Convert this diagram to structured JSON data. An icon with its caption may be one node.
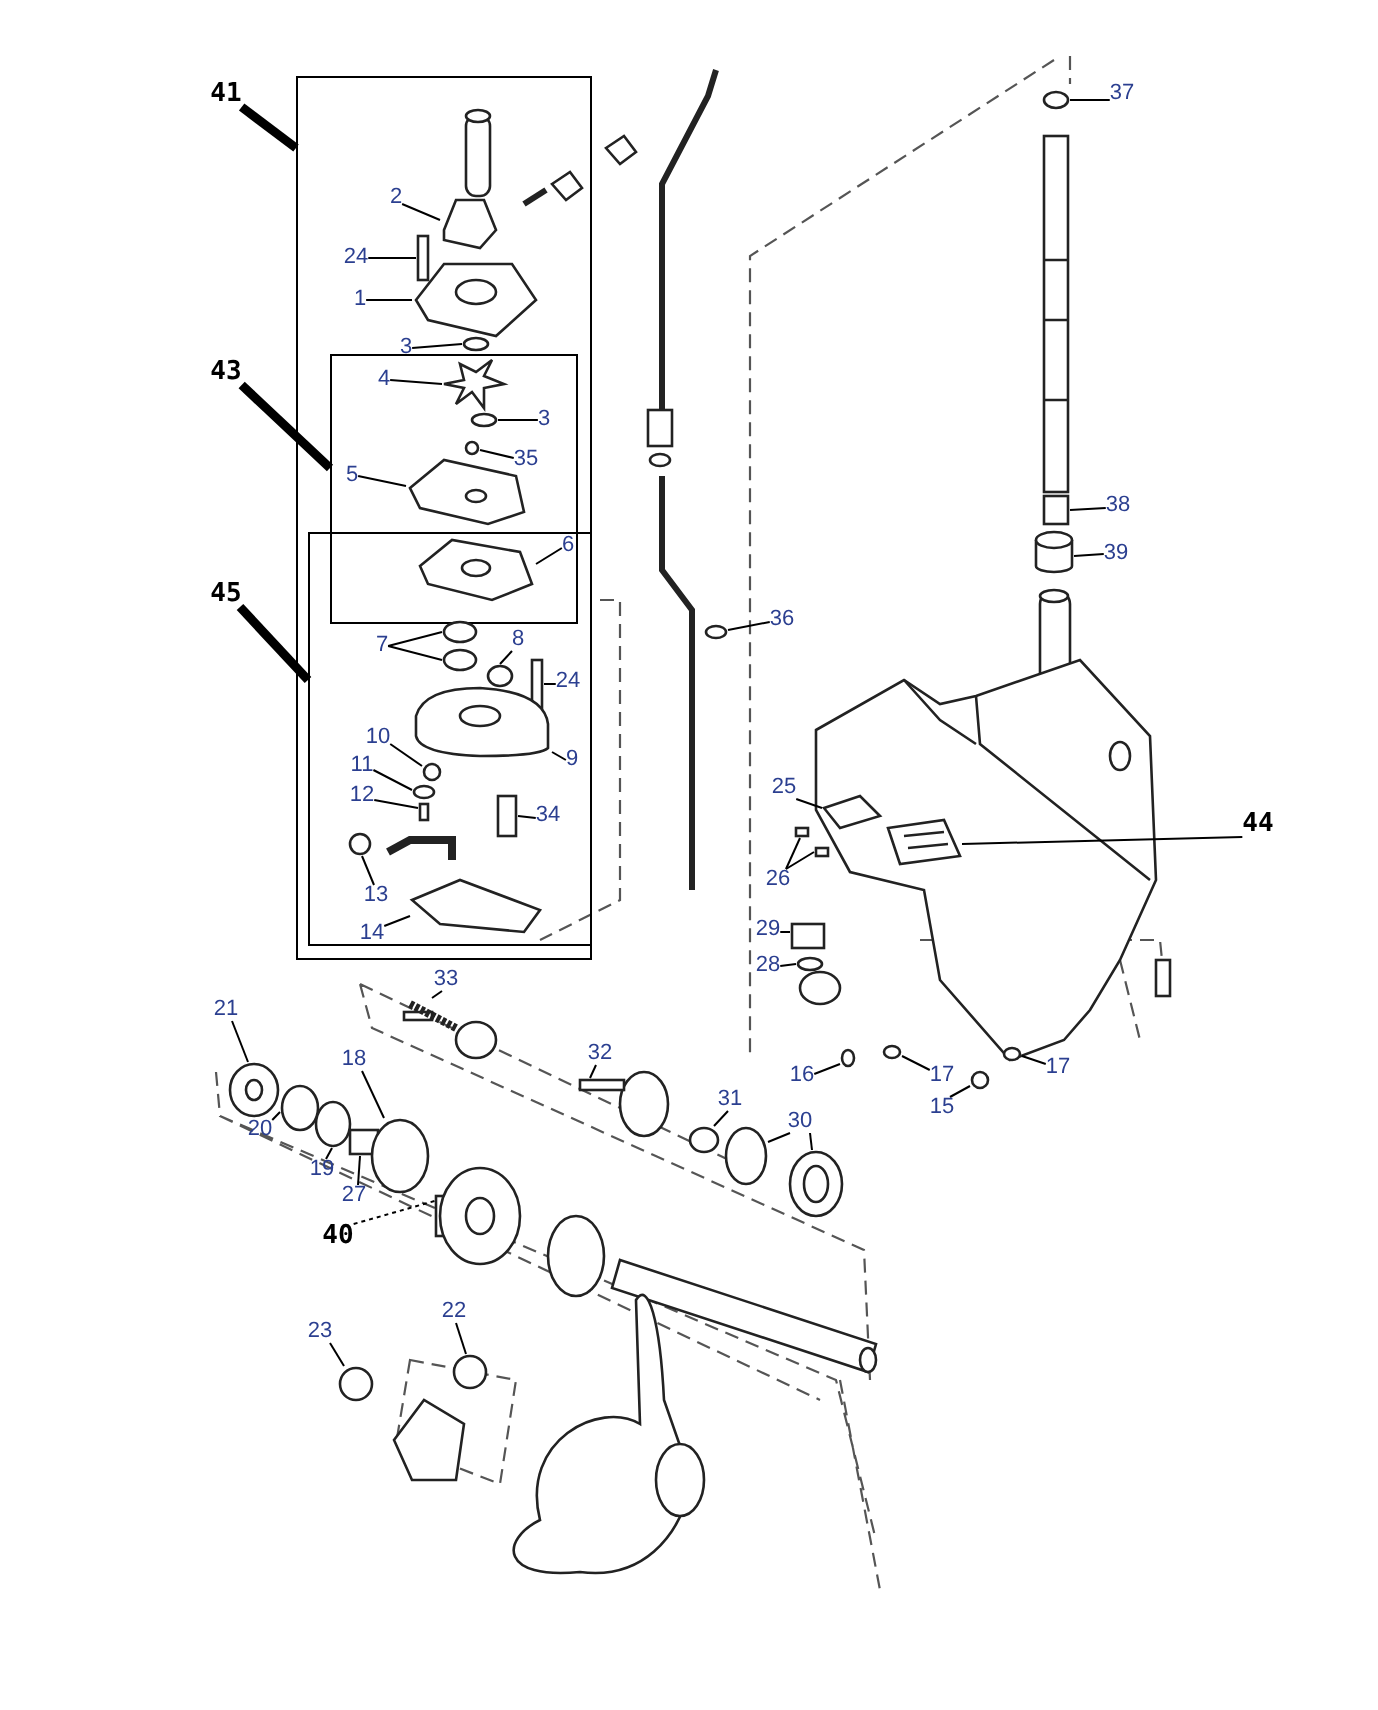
{
  "diagram": {
    "nodes": [
      {
        "text": [],
        "shape": "box"
      },
      {
        "text": [],
        "shape": "box",
        "in": 0
      },
      {
        "text": [],
        "shape": "box",
        "in": 0
      },
      {
        "text": [
          "41"
        ]
      },
      {
        "text": [
          "37"
        ]
      },
      {
        "text": [
          "2"
        ],
        "in": 0
      },
      {
        "text": [
          "24"
        ],
        "in": 0
      },
      {
        "text": [
          "1"
        ],
        "in": 0
      },
      {
        "text": [
          "3"
        ],
        "in": 0
      },
      {
        "text": [
          "43"
        ]
      },
      {
        "text": [
          "4"
        ],
        "in": 1
      },
      {
        "text": [
          "3"
        ],
        "in": 1
      },
      {
        "text": [
          "35"
        ],
        "in": 1
      },
      {
        "text": [
          "5"
        ],
        "in": 1
      },
      {
        "text": [
          "38"
        ]
      },
      {
        "text": [
          "6"
        ]
      },
      {
        "text": [
          "39"
        ]
      },
      {
        "text": [
          "45"
        ]
      },
      {
        "text": [
          "36"
        ]
      },
      {
        "text": [
          "8"
        ],
        "in": 2
      },
      {
        "text": [
          "7"
        ],
        "in": 2
      },
      {
        "text": [
          "24"
        ],
        "in": 2
      },
      {
        "text": [
          "10"
        ],
        "in": 2
      },
      {
        "text": [
          "9"
        ],
        "in": 2
      },
      {
        "text": [
          "11"
        ],
        "in": 2
      },
      {
        "text": [
          "25"
        ]
      },
      {
        "text": [
          "12"
        ],
        "in": 2
      },
      {
        "text": [
          "34"
        ],
        "in": 2
      },
      {
        "text": [
          "44"
        ]
      },
      {
        "text": [
          "26"
        ]
      },
      {
        "text": [
          "13"
        ],
        "in": 2
      },
      {
        "text": [
          "29"
        ]
      },
      {
        "text": [
          "14"
        ],
        "in": 2
      },
      {
        "text": [
          "28"
        ]
      },
      {
        "text": [
          "33"
        ]
      },
      {
        "text": [
          "21"
        ]
      },
      {
        "text": [
          "32"
        ]
      },
      {
        "text": [
          "18"
        ]
      },
      {
        "text": [
          "16"
        ]
      },
      {
        "text": [
          "17"
        ]
      },
      {
        "text": [
          "17"
        ]
      },
      {
        "text": [
          "31"
        ]
      },
      {
        "text": [
          "15"
        ]
      },
      {
        "text": [
          "30"
        ]
      },
      {
        "text": [
          "20"
        ]
      },
      {
        "text": [
          "19"
        ]
      },
      {
        "text": [
          "27"
        ]
      },
      {
        "text": [
          "40"
        ]
      },
      {
        "text": [
          "22"
        ]
      },
      {
        "text": [
          "23"
        ]
      },
      {
        "text": [],
        "shape": "circle"
      },
      {
        "text": [],
        "shape": "picture",
        "in": 0
      },
      {
        "text": [],
        "shape": "box",
        "in": 0
      },
      {
        "text": [],
        "shape": "picture",
        "in": 0
      },
      {
        "text": [],
        "shape": "circle",
        "in": 0
      },
      {
        "text": [],
        "shape": "picture",
        "in": 1
      },
      {
        "text": [],
        "shape": "circle",
        "in": 1
      },
      {
        "text": [],
        "shape": "circle",
        "in": 1
      },
      {
        "text": [],
        "shape": "picture",
        "in": 1
      },
      {
        "text": [],
        "shape": "box"
      },
      {
        "text": [],
        "shape": "cylinder"
      },
      {
        "text": [],
        "shape": "picture"
      },
      {
        "text": [],
        "shape": "circle"
      },
      {
        "text": [],
        "shape": "circle",
        "in": 2
      },
      {
        "text": [],
        "shape": "circle",
        "in": 2
      },
      {
        "text": [],
        "shape": "circle",
        "in": 2
      },
      {
        "text": [],
        "shape": "box",
        "in": 2
      },
      {
        "text": [],
        "shape": "picture",
        "in": 2
      },
      {
        "text": [],
        "shape": "circle",
        "in": 2
      },
      {
        "text": [],
        "shape": "circle",
        "in": 2
      },
      {
        "text": [],
        "shape": "box",
        "in": 2
      },
      {
        "text": [],
        "shape": "picture"
      },
      {
        "text": [],
        "shape": "box",
        "in": 2
      },
      {
        "text": [],
        "shape": "box"
      },
      {
        "text": [],
        "shape": "picture"
      },
      {
        "text": [],
        "shape": "circle",
        "in": 2
      },
      {
        "text": [],
        "shape": "box"
      },
      {
        "text": [],
        "shape": "picture",
        "in": 2
      },
      {
        "text": [],
        "shape": "box"
      },
      {
        "text": [],
        "shape": "circle"
      },
      {
        "text": [],
        "shape": "picture"
      },
      {
        "text": [],
        "shape": "circle"
      },
      {
        "text": [],
        "shape": "circle"
      },
      {
        "text": [],
        "shape": "circle"
      },
      {
        "text": [],
        "shape": "box"
      },
      {
        "text": [],
        "shape": "picture"
      },
      {
        "text": [],
        "shape": "circle"
      },
      {
        "text": [],
        "shape": "circle"
      },
      {
        "text": [],
        "shape": "circle"
      },
      {
        "text": [],
        "shape": "circle"
      },
      {
        "text": [],
        "shape": "box"
      },
      {
        "text": [],
        "shape": "circle"
      },
      {
        "text": [],
        "shape": "circle"
      },
      {
        "text": [],
        "shape": "picture"
      },
      {
        "text": [],
        "shape": "picture"
      },
      {
        "text": [],
        "shape": "circle"
      },
      {
        "text": [],
        "shape": "circle"
      }
    ],
    "edges": [
      {
        "from": 3,
        "to": 0,
        "arrow": "none",
        "style": "thick"
      },
      {
        "from": 9,
        "to": 1,
        "arrow": "none",
        "style": "thick"
      },
      {
        "from": 17,
        "to": 2,
        "arrow": "none",
        "style": "thick"
      },
      {
        "from": 4,
        "to": 50,
        "arrow": "none"
      },
      {
        "from": 5,
        "to": 51,
        "arrow": "none"
      },
      {
        "from": 6,
        "to": 52,
        "arrow": "none"
      },
      {
        "from": 7,
        "to": 53,
        "arrow": "none"
      },
      {
        "from": 8,
        "to": 54,
        "arrow": "none"
      },
      {
        "from": 10,
        "to": 55,
        "arrow": "none"
      },
      {
        "from": 11,
        "to": 56,
        "arrow": "none"
      },
      {
        "from": 12,
        "to": 57,
        "arrow": "none"
      },
      {
        "from": 13,
        "to": 58,
        "arrow": "none"
      },
      {
        "from": 14,
        "to": 59,
        "arrow": "none"
      },
      {
        "from": 15,
        "to": 61,
        "arrow": "none"
      },
      {
        "from": 16,
        "to": 60,
        "arrow": "none"
      },
      {
        "from": 18,
        "to": 62,
        "arrow": "none"
      },
      {
        "from": 19,
        "to": 65,
        "arrow": "none"
      },
      {
        "from": 20,
        "to": 63,
        "arrow": "none"
      },
      {
        "from": 20,
        "to": 64,
        "arrow": "none"
      },
      {
        "from": 21,
        "to": 66,
        "arrow": "none"
      },
      {
        "from": 22,
        "to": 68,
        "arrow": "none"
      },
      {
        "from": 23,
        "to": 67,
        "arrow": "none"
      },
      {
        "from": 24,
        "to": 69,
        "arrow": "none"
      },
      {
        "from": 25,
        "to": 71,
        "arrow": "none"
      },
      {
        "from": 26,
        "to": 70,
        "arrow": "none"
      },
      {
        "from": 27,
        "to": 72,
        "arrow": "none"
      },
      {
        "from": 28,
        "to": 74,
        "arrow": "none"
      },
      {
        "from": 29,
        "to": 73,
        "arrow": "none"
      },
      {
        "from": 29,
        "to": 76,
        "arrow": "none"
      },
      {
        "from": 30,
        "to": 75,
        "arrow": "none"
      },
      {
        "from": 31,
        "to": 78,
        "arrow": "none"
      },
      {
        "from": 32,
        "to": 77,
        "arrow": "none"
      },
      {
        "from": 33,
        "to": 79,
        "arrow": "none"
      },
      {
        "from": 34,
        "to": 80,
        "arrow": "none"
      },
      {
        "from": 35,
        "to": 85,
        "arrow": "none"
      },
      {
        "from": 36,
        "to": 84,
        "arrow": "none"
      },
      {
        "from": 37,
        "to": 92,
        "arrow": "none"
      },
      {
        "from": 38,
        "to": 81,
        "arrow": "none"
      },
      {
        "from": 39,
        "to": 82,
        "arrow": "none"
      },
      {
        "from": 40,
        "to": 83,
        "arrow": "none"
      },
      {
        "from": 41,
        "to": 89,
        "arrow": "none"
      },
      {
        "from": 42,
        "to": 86,
        "arrow": "none"
      },
      {
        "from": 43,
        "to": 91,
        "arrow": "none"
      },
      {
        "from": 43,
        "to": 93,
        "arrow": "none"
      },
      {
        "from": 44,
        "to": 87,
        "arrow": "none"
      },
      {
        "from": 45,
        "to": 88,
        "arrow": "none"
      },
      {
        "from": 46,
        "to": 90,
        "arrow": "none"
      },
      {
        "from": 47,
        "to": 94,
        "arrow": "none",
        "style": "dashed"
      },
      {
        "from": 48,
        "to": 95,
        "arrow": "none"
      },
      {
        "from": 49,
        "to": 96,
        "arrow": "none"
      }
    ]
  }
}
